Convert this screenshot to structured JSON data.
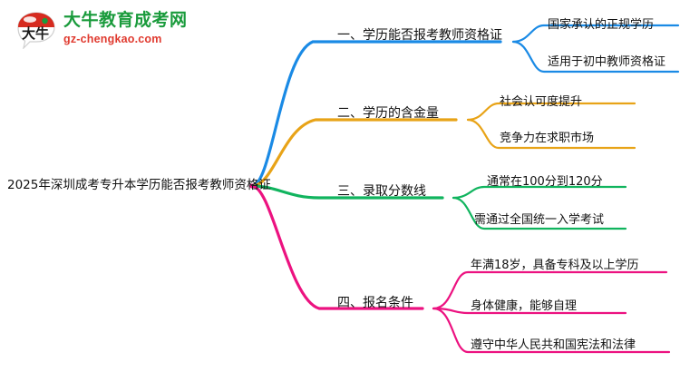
{
  "logo": {
    "mark_text": "大牛",
    "name_cn": "大牛教育成考网",
    "name_en": "gz-chengkao.com",
    "colors": {
      "cn": "#1a9b3c",
      "en": "#e03a2f",
      "mark": "#d62b1f"
    }
  },
  "mindmap": {
    "root": {
      "label": "2025年深圳成考专升本学历能否报考教师资格证"
    },
    "branches": [
      {
        "index": "1",
        "label": "一、学历能否报考教师资格证",
        "color": "#1a8ae5",
        "children": [
          {
            "label": "国家承认的正规学历"
          },
          {
            "label": "适用于初中教师资格证"
          }
        ]
      },
      {
        "index": "2",
        "label": "二、学历的含金量",
        "color": "#e8a317",
        "children": [
          {
            "label": "社会认可度提升"
          },
          {
            "label": "竞争力在求职市场"
          }
        ]
      },
      {
        "index": "3",
        "label": "三、录取分数线",
        "color": "#10b45e",
        "children": [
          {
            "label": "通常在100分到120分"
          },
          {
            "label": "需通过全国统一入学考试"
          }
        ]
      },
      {
        "index": "4",
        "label": "四、报名条件",
        "color": "#ec1280",
        "children": [
          {
            "label": "年满18岁，具备专科及以上学历"
          },
          {
            "label": "身体健康，能够自理"
          },
          {
            "label": "遵守中华人民共和国宪法和法律"
          }
        ]
      }
    ]
  }
}
